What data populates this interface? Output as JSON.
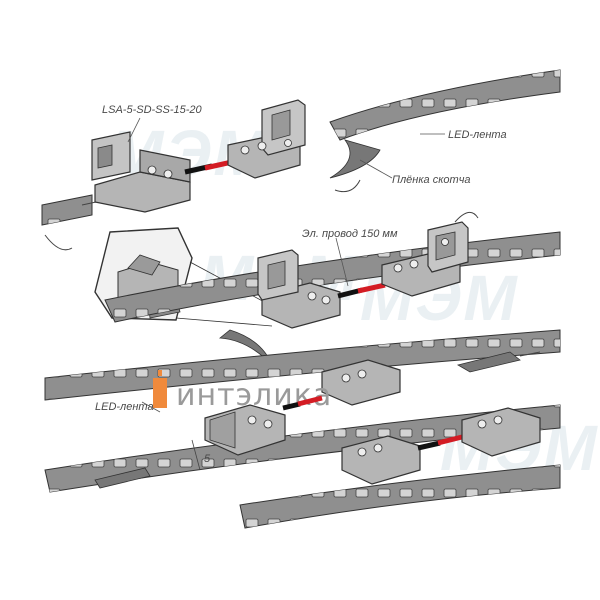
{
  "labels": {
    "model": "LSA-5-SD-SS-15-20",
    "led_tape_top": "LED-лента",
    "tape_film": "Плёнка скотча",
    "wire": "Эл. провод 150 мм",
    "led_tape_left": "LED-лента",
    "dimension": "5"
  },
  "watermark": {
    "text": "МЭМ",
    "brand_text": "интэлика"
  },
  "colors": {
    "tape": "#8f8f8f",
    "chip": "#cfcfcf",
    "connector": "#b5b5b5",
    "wire_red": "#d31c24",
    "wire_black": "#111111",
    "brand_orange": "#f08a3c"
  }
}
